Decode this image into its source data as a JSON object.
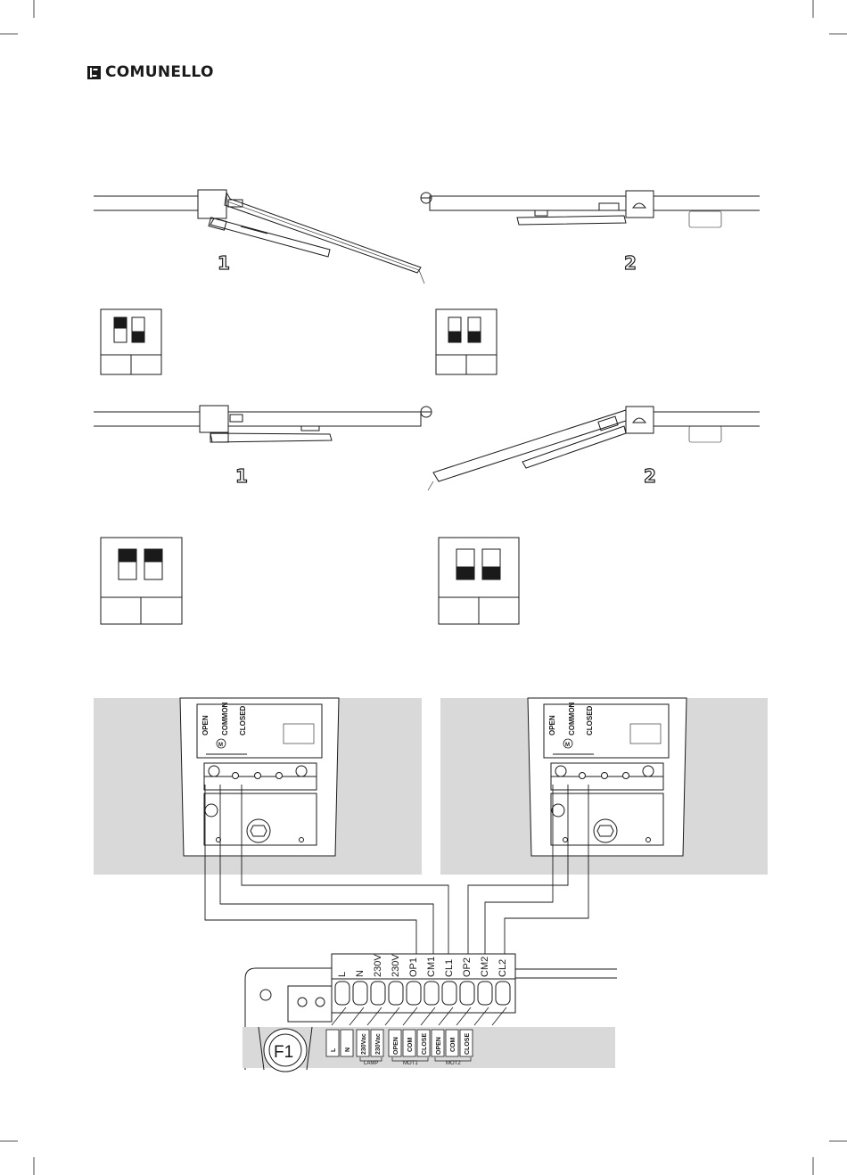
{
  "brand": {
    "name": "COMUNELLO"
  },
  "diagrams": {
    "top_row": {
      "left_label": "1",
      "right_label": "2"
    },
    "middle_row": {
      "left_label": "1",
      "right_label": "2"
    }
  },
  "motor_connectors": {
    "labels": [
      "OPEN",
      "COMMON",
      "CLOSED"
    ],
    "motor_symbol": "M"
  },
  "terminal_block": {
    "top_labels": [
      "L",
      "N",
      "230V",
      "230V",
      "OP1",
      "CM1",
      "CL1",
      "OP2",
      "CM2",
      "CL2"
    ],
    "bottom_labels": [
      "L",
      "N",
      "230Vac",
      "230Vac",
      "OPEN",
      "COM",
      "CLOSE",
      "OPEN",
      "COM",
      "CLOSE"
    ],
    "group_labels": [
      "LAMP",
      "MOT1",
      "MOT2"
    ],
    "fuse_label": "F1"
  },
  "colors": {
    "panel_gray": "#d9d9d9",
    "ink": "#1a1a1a"
  }
}
